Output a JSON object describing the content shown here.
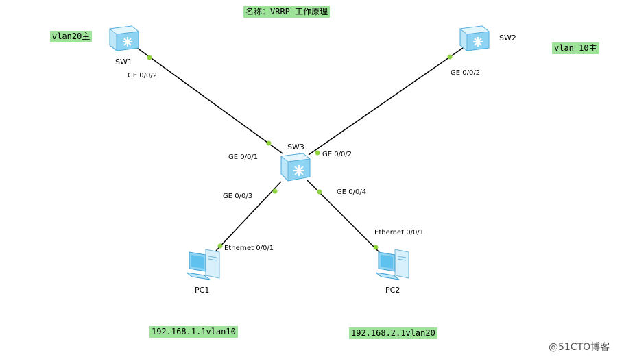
{
  "title": "名称：VRRP 工作原理",
  "notes": {
    "sw1_note": "vlan20主",
    "sw2_note": "vlan 10主",
    "pc1_note": "192.168.1.1vlan10",
    "pc2_note": "192.168.2.1vlan20"
  },
  "devices": {
    "sw1": "SW1",
    "sw2": "SW2",
    "sw3": "SW3",
    "pc1": "PC1",
    "pc2": "PC2"
  },
  "ports": {
    "sw1_port": "GE 0/0/2",
    "sw2_port": "GE 0/0/2",
    "sw3_to_sw1": "GE 0/0/1",
    "sw3_to_sw2": "GE 0/0/2",
    "sw3_to_pc1": "GE 0/0/3",
    "sw3_to_pc2": "GE 0/0/4",
    "pc1_port": "Ethernet 0/0/1",
    "pc2_port": "Ethernet 0/0/1"
  },
  "watermark": "@51CTO博客",
  "colors": {
    "note_bg": "#9fe39a",
    "link": "#000000",
    "port_dot": "#8fd13f",
    "switch": "#8fd3f2"
  }
}
